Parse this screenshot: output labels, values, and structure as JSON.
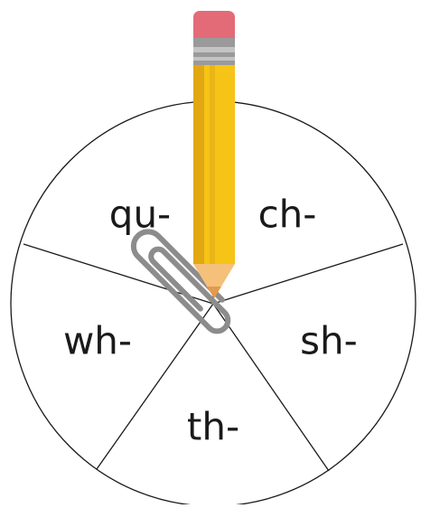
{
  "spinner": {
    "segments": [
      {
        "label": "qu-"
      },
      {
        "label": "ch-"
      },
      {
        "label": "sh-"
      },
      {
        "label": "th-"
      },
      {
        "label": "wh-"
      }
    ],
    "colors": {
      "background": "#ffffff",
      "outline": "#1a1a1a",
      "text": "#1a1a1a",
      "pencil_body": "#f6c417",
      "pencil_shade": "#e2a713",
      "pencil_eraser": "#e36b78",
      "pencil_ferrule": "#9a9a9a",
      "pencil_wood": "#f5c07a",
      "paperclip": "#8c8c8c"
    },
    "icons": {
      "pencil": "pencil-icon",
      "paperclip": "paperclip-icon"
    }
  }
}
